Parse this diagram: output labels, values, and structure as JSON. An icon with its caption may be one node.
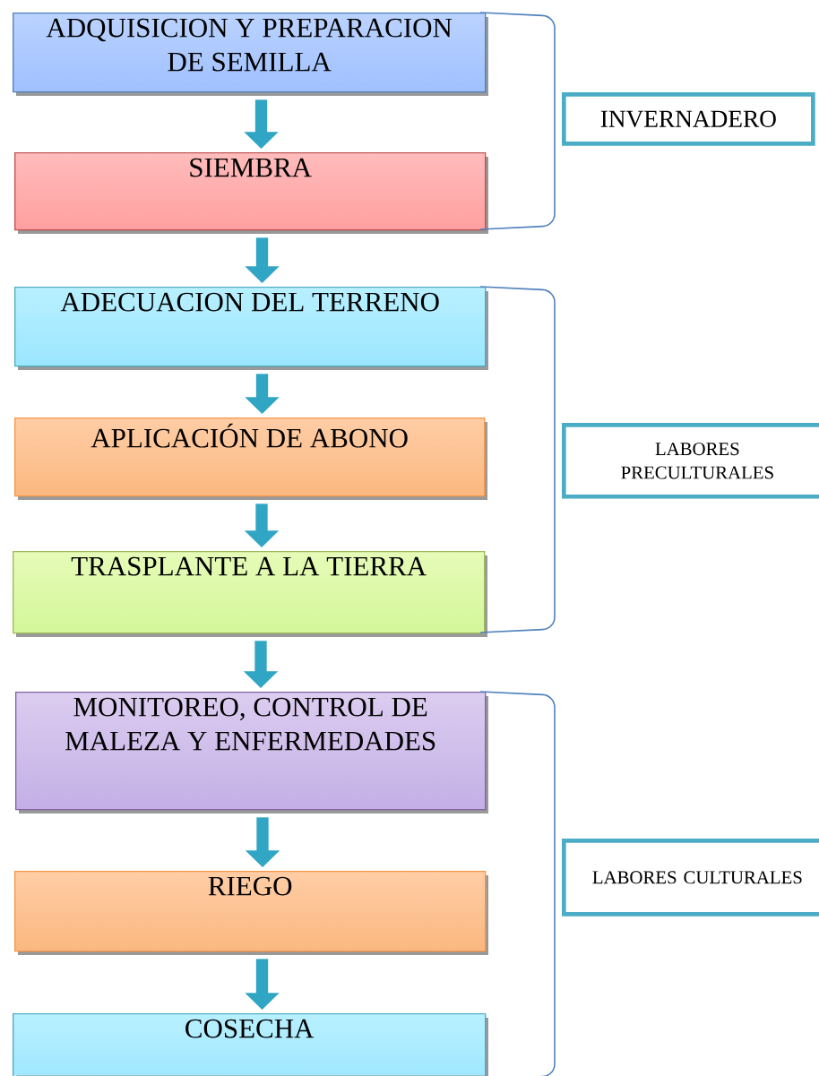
{
  "diagram": {
    "nodes": [
      {
        "text": [
          "ADQUISICION Y PREPARACION DE SEMILLA"
        ]
      },
      {
        "text": [
          "SIEMBRA"
        ]
      },
      {
        "text": [
          "ADECUACION DEL TERRENO"
        ]
      },
      {
        "text": [
          "APLICACIÓN DE ABONO"
        ]
      },
      {
        "text": [
          "TRASPLANTE A LA TIERRA"
        ]
      },
      {
        "text": [
          "MONITOREO, CONTROL DE MALEZA Y ENFERMEDADES"
        ]
      },
      {
        "text": [
          "RIEGO"
        ]
      },
      {
        "text": [
          "COSECHA"
        ]
      },
      {
        "text": [
          "INVERNADERO"
        ]
      },
      {
        "text": [
          "LABORES PRECULTURALES"
        ]
      },
      {
        "text": [
          "LABORES CULTURALES"
        ]
      }
    ],
    "edges": [
      {
        "from": 0,
        "to": 1,
        "arrow": "to"
      },
      {
        "from": 1,
        "to": 2,
        "arrow": "to"
      },
      {
        "from": 2,
        "to": 3,
        "arrow": "to"
      },
      {
        "from": 3,
        "to": 4,
        "arrow": "to"
      },
      {
        "from": 4,
        "to": 5,
        "arrow": "to"
      },
      {
        "from": 5,
        "to": 6,
        "arrow": "to"
      },
      {
        "from": 6,
        "to": 7,
        "arrow": "to"
      }
    ]
  }
}
